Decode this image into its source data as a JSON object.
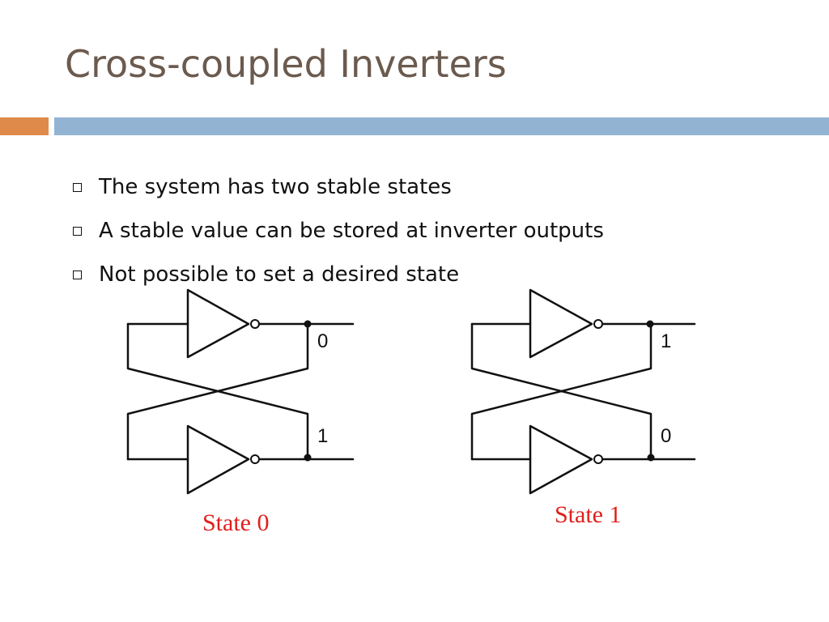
{
  "slide": {
    "title": "Cross-coupled Inverters",
    "bullets": [
      "The system has two stable states",
      "A stable value can be stored at inverter outputs",
      "Not possible to set a desired state"
    ]
  },
  "circuits": [
    {
      "caption": "State 0",
      "top_output": "0",
      "bottom_output": "1"
    },
    {
      "caption": "State 1",
      "top_output": "1",
      "bottom_output": "0"
    }
  ],
  "colors": {
    "title": "#6b5a4e",
    "accent_orange": "#df8a4a",
    "accent_blue": "#93b3d3",
    "caption": "#e0201c"
  }
}
